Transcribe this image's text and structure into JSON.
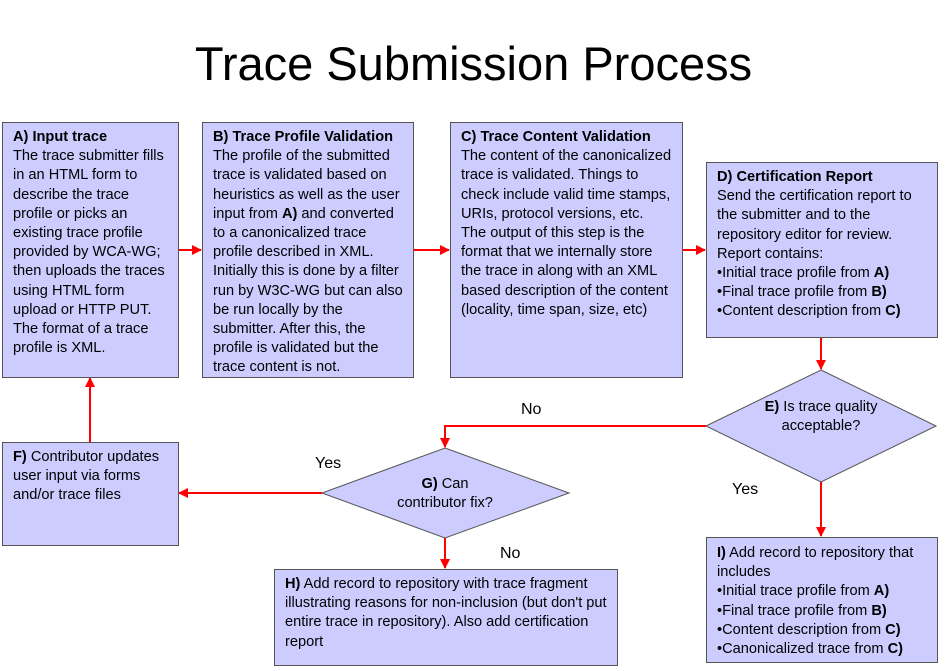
{
  "title": "Trace Submission Process",
  "boxes": {
    "a": {
      "heading": "A) Input trace",
      "body": "The trace submitter fills in an HTML form to describe the trace profile or picks an existing trace profile provided by WCA-WG; then uploads the traces using HTML form upload or HTTP PUT. The format of a trace profile is XML."
    },
    "b": {
      "heading": "B) Trace Profile Validation",
      "body_pre": "The profile of the submitted trace is validated based on heuristics as well as the user input from",
      "body_ref": "A)",
      "body_post": "and converted to a canonicalized trace profile described in XML. Initially this is done by a filter run by W3C-WG but can also be run locally by the submitter. After this, the profile is validated but the trace content is not."
    },
    "c": {
      "heading": "C) Trace Content Validation",
      "body": "The content of the canonicalized trace is validated. Things to check include valid time stamps, URIs, protocol versions, etc. The output of this step is the format that we internally store the trace in along with an XML based description of the content (locality, time span, size, etc)"
    },
    "d": {
      "heading": "D) Certification Report",
      "body": "Send the certification report to the submitter and to the repository editor for review. Report contains:",
      "items": [
        {
          "text": "Initial trace profile from ",
          "ref": "A)"
        },
        {
          "text": "Final trace profile from ",
          "ref": "B)"
        },
        {
          "text": "Content description from ",
          "ref": "C)"
        }
      ]
    },
    "f": {
      "heading": "F)",
      "body": "Contributor updates user input via forms and/or trace files"
    },
    "h": {
      "heading": "H)",
      "body": "Add record to repository with trace fragment illustrating reasons for non-inclusion (but don't put entire trace in repository). Also add certification report"
    },
    "i": {
      "heading": "I)",
      "body": "Add record to repository that includes",
      "items": [
        {
          "text": "Initial trace profile from ",
          "ref": "A)"
        },
        {
          "text": "Final trace profile from ",
          "ref": "B)"
        },
        {
          "text": "Content description from ",
          "ref": "C)"
        },
        {
          "text": "Canonicalized trace from ",
          "ref": "C)"
        }
      ]
    }
  },
  "decisions": {
    "e": {
      "heading": "E)",
      "body": "Is trace quality acceptable?"
    },
    "g": {
      "heading": "G)",
      "body": "Can contributor fix?"
    }
  },
  "labels": {
    "e_no": "No",
    "e_yes": "Yes",
    "g_yes": "Yes",
    "g_no": "No"
  },
  "colors": {
    "fill": "#ccccff",
    "arrow": "#ff0000",
    "border": "#555555"
  }
}
